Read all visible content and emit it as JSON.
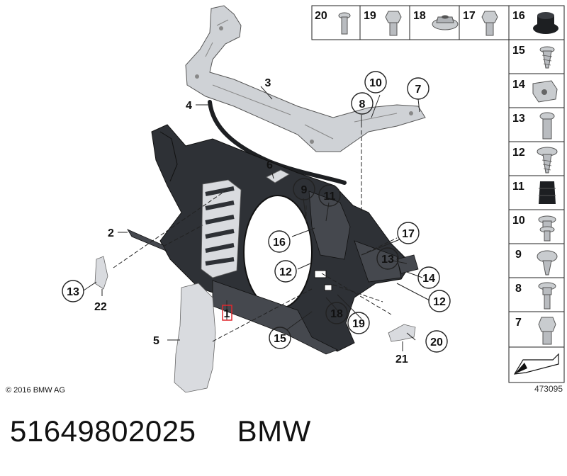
{
  "diagram": {
    "callouts": [
      "1",
      "2",
      "3",
      "4",
      "5",
      "6",
      "7",
      "8",
      "9",
      "10",
      "11",
      "12",
      "13",
      "14",
      "15",
      "16",
      "17",
      "18",
      "19",
      "20",
      "21",
      "22"
    ],
    "parts_panel": [
      "20",
      "19",
      "18",
      "17",
      "16",
      "15",
      "14",
      "13",
      "12",
      "11",
      "10",
      "9",
      "8",
      "7"
    ],
    "copyright": "© 2016 BMW AG",
    "reference_number": "473095"
  },
  "footer": {
    "part_number": "51649802025",
    "brand": "BMW"
  }
}
